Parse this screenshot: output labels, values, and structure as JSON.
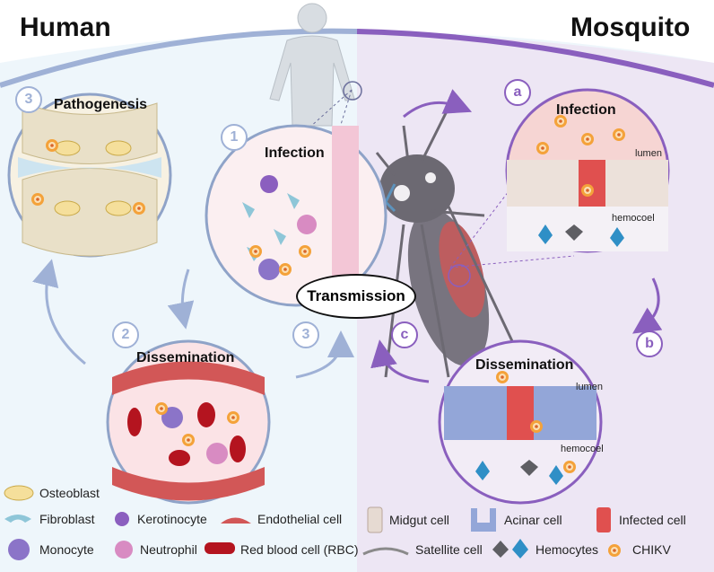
{
  "titles": {
    "human": "Human",
    "mosquito": "Mosquito"
  },
  "center": {
    "transmission": "Transmission"
  },
  "human_panels": {
    "pathogenesis": {
      "num": "3",
      "label": "Pathogenesis"
    },
    "infection": {
      "num": "1",
      "label": "Infection"
    },
    "dissemination": {
      "num": "2",
      "label": "Dissemination"
    },
    "step3": "3"
  },
  "mosquito_panels": {
    "infection": {
      "num": "a",
      "label": "Infection",
      "lumen": "lumen",
      "hemocoel": "hemocoel"
    },
    "dissemination": {
      "num": "b",
      "label": "Dissemination",
      "lumen": "lumen",
      "hemocoel": "hemocoel"
    },
    "step_c": "c"
  },
  "legend": {
    "osteoblast": "Osteoblast",
    "fibroblast": "Fibroblast",
    "kerotinocyte": "Kerotinocyte",
    "endothelial": "Endothelial cell",
    "monocyte": "Monocyte",
    "neutrophil": "Neutrophil",
    "rbc": "Red blood cell (RBC)",
    "midgut": "Midgut cell",
    "acinar": "Acinar cell",
    "infected": "Infected cell",
    "satellite": "Satellite cell",
    "hemocytes": "Hemocytes",
    "chikv": "CHIKV"
  },
  "colors": {
    "human_bg": "#eaf4fa",
    "mosquito_bg": "#ece4f3",
    "arrow_human": "#9fb1d6",
    "arrow_mosquito": "#8a5fbe"
  }
}
